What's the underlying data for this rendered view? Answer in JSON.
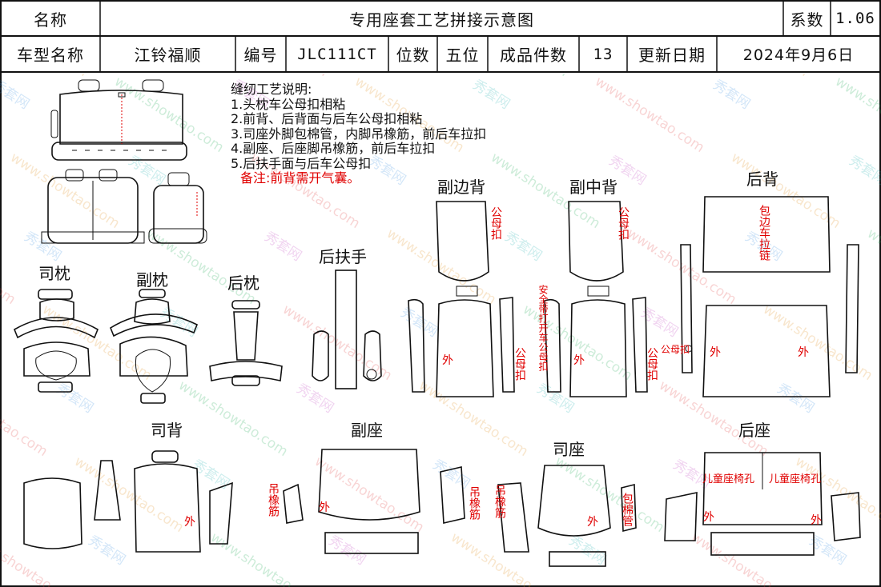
{
  "header": {
    "name_label": "名称",
    "title": "专用座套工艺拼接示意图",
    "coef_label": "系数",
    "coef_value": "1.06",
    "model_label": "车型名称",
    "model_value": "江铃福顺",
    "code_label": "编号",
    "code_value": "JLC111CT",
    "seats_label": "位数",
    "seats_value": "五位",
    "pieces_label": "成品件数",
    "pieces_value": "13",
    "date_label": "更新日期",
    "date_value": "2024年9月6日"
  },
  "notes": {
    "heading": "缝纫工艺说明:",
    "items": [
      "1.头枕车公母扣相粘",
      "2.前背、后背面与后车公母扣相粘",
      "3.司座外脚包棉管，内脚吊橡筋，前后车拉扣",
      "4.副座、后座脚吊橡筋，前后车拉扣",
      "5.后扶手面与后车公母扣"
    ],
    "remark": "备注:前背需开气囊。"
  },
  "parts": {
    "driver_headrest": "司枕",
    "pass_headrest": "副枕",
    "rear_headrest": "后枕",
    "rear_armrest": "后扶手",
    "pass_side_back": "副边背",
    "pass_mid_back": "副中背",
    "rear_back": "后背",
    "driver_back": "司背",
    "pass_seat": "副座",
    "driver_seat": "司座",
    "rear_seat": "后座"
  },
  "annotations": {
    "male_female_snap": "公母扣",
    "wrap_zipper": "包边车拉链",
    "outer": "外",
    "airbag": "安全带打开车公母扣",
    "male_female_snap_short": "公母扣",
    "rubber_band": "吊橡筋",
    "cotton_tube": "包棉管",
    "child_seat_hole": "儿童座椅孔"
  },
  "watermark": {
    "site": "www.showtao.com",
    "brand": "秀套网",
    "colors": [
      "#e04040",
      "#3a8fe0",
      "#22aa55",
      "#c040c0",
      "#e09020",
      "#20b0b0"
    ]
  }
}
